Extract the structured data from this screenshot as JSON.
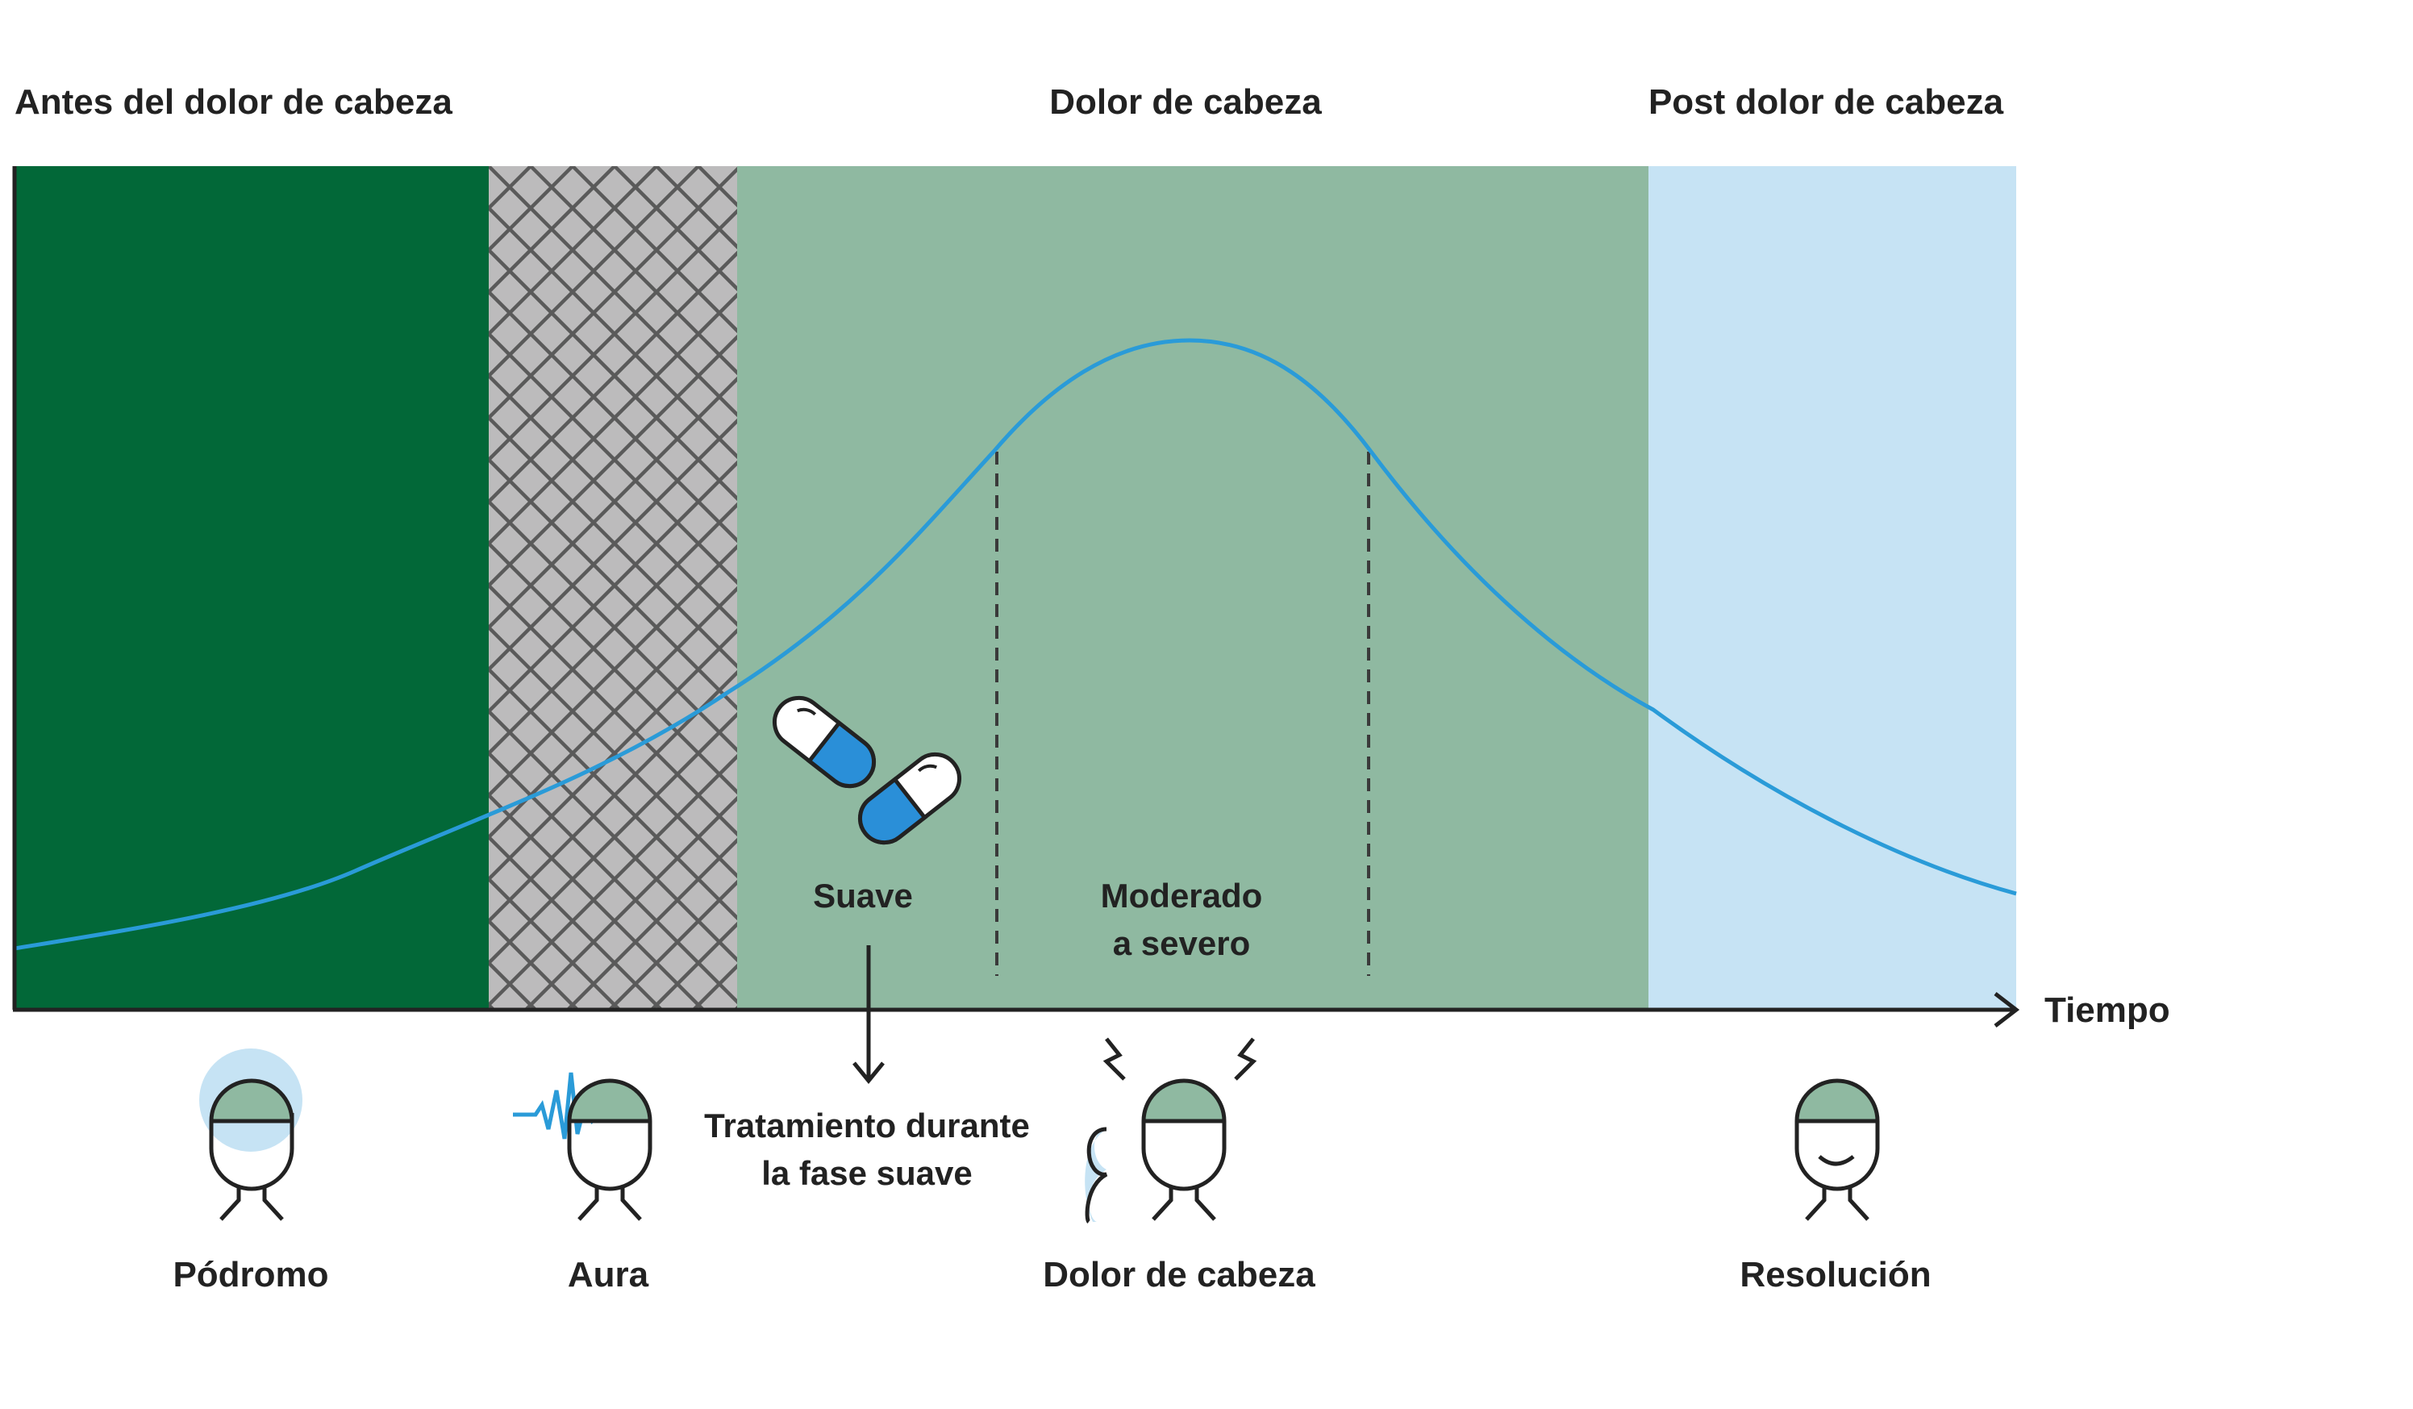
{
  "header": {
    "before_label": "Antes del dolor de cabeza",
    "during_label": "Dolor de cabeza",
    "after_label": "Post dolor de cabeza"
  },
  "axis": {
    "x_label": "Tiempo"
  },
  "intensity": {
    "mild_label": "Suave",
    "moderate_line1": "Moderado",
    "moderate_line2": "a severo"
  },
  "treatment": {
    "line1": "Tratamiento durante",
    "line2": "la fase suave"
  },
  "phases": [
    {
      "label": "Pódromo",
      "icon": "head-glow-icon"
    },
    {
      "label": "Aura",
      "icon": "head-aura-icon"
    },
    {
      "label": "Dolor de cabeza",
      "icon": "head-pain-icon"
    },
    {
      "label": "Resolución",
      "icon": "head-smile-icon"
    }
  ],
  "colors": {
    "prodrome": "#026838",
    "aura": "#bcbbbc",
    "headache": "#8fb9a1",
    "post": "#c6e3f4",
    "curve": "#2a9bd8",
    "pill_blue": "#2a8fd8",
    "head_fill": "#8fb9a1",
    "glow": "#c6e3f4"
  }
}
